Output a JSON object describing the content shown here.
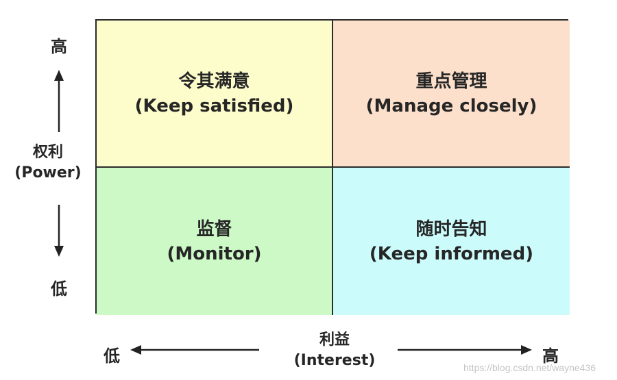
{
  "quadrants": {
    "top_left": {
      "title": "令其满意",
      "subtitle": "(Keep satisfied)"
    },
    "top_right": {
      "title": "重点管理",
      "subtitle": "(Manage closely)"
    },
    "bottom_left": {
      "title": "监督",
      "subtitle": "(Monitor)"
    },
    "bottom_right": {
      "title": "随时告知",
      "subtitle": "(Keep informed)"
    }
  },
  "colors": {
    "top_left": "#fdfccb",
    "top_right": "#fce0cc",
    "bottom_left": "#ccf9c6",
    "bottom_right": "#ccfbfc",
    "border": "#2a2a2a"
  },
  "y_axis": {
    "label": "权利",
    "sublabel": "(Power)",
    "high": "高",
    "low": "低"
  },
  "x_axis": {
    "label": "利益",
    "sublabel": "(Interest)",
    "low": "低",
    "high": "高"
  },
  "watermark": "https://blog.csdn.net/wayne436"
}
